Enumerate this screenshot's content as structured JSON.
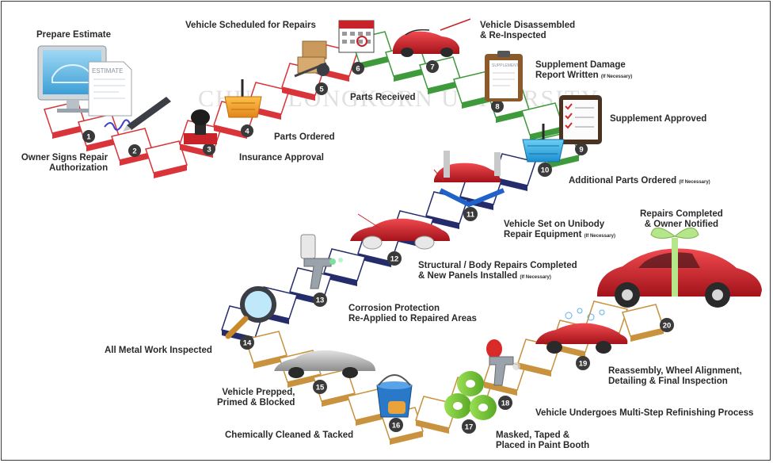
{
  "watermark": "CHULALONGKORN UNIVERSITY",
  "colors": {
    "red_track": "#d9343a",
    "green_track": "#3f9a3c",
    "navy_track": "#242c6b",
    "gold_track": "#c8923e",
    "car_red": "#d81e26",
    "tile_fill": "#ffffff",
    "tile_shadow": "#e6e6e6",
    "badge": "#3a3a3a"
  },
  "steps": [
    {
      "num": "1",
      "label": "Prepare Estimate",
      "icon": "computer-estimate-icon"
    },
    {
      "num": "2",
      "label": "Owner Signs Repair Authorization",
      "icon": "pen-signature-icon"
    },
    {
      "num": "3",
      "label": "Insurance Approval",
      "icon": "stamp-icon"
    },
    {
      "num": "4",
      "label": "Parts Ordered",
      "icon": "shopping-basket-icon"
    },
    {
      "num": "5",
      "label": "Vehicle Scheduled for Repairs",
      "icon": "hand-truck-icon"
    },
    {
      "num": "6",
      "label": "Parts Received",
      "icon": "calendar-icon"
    },
    {
      "num": "7",
      "label": "Vehicle Disassembled & Re-Inspected",
      "icon": "disassembled-car-icon"
    },
    {
      "num": "8",
      "label": "Supplement Damage Report Written",
      "icon": "clipboard-icon"
    },
    {
      "num": "9",
      "label": "Supplement Approved",
      "icon": "checklist-icon"
    },
    {
      "num": "10",
      "label": "Additional Parts Ordered",
      "icon": "shopping-basket-icon"
    },
    {
      "num": "11",
      "label": "Vehicle Set on Unibody Repair Equipment",
      "icon": "car-lift-icon"
    },
    {
      "num": "12",
      "label": "Structural / Body Repairs Completed & New Panels Installed",
      "icon": "car-body-icon"
    },
    {
      "num": "13",
      "label": "Corrosion Protection Re-Applied to Repaired Areas",
      "icon": "spray-gun-icon"
    },
    {
      "num": "14",
      "label": "All Metal Work Inspected",
      "icon": "magnifier-icon"
    },
    {
      "num": "15",
      "label": "Vehicle Prepped, Primed & Blocked",
      "icon": "primed-car-icon"
    },
    {
      "num": "16",
      "label": "Chemically Cleaned & Tacked",
      "icon": "bucket-sponge-icon"
    },
    {
      "num": "17",
      "label": "Masked, Taped & Placed in Paint Booth",
      "icon": "tape-rolls-icon"
    },
    {
      "num": "18",
      "label": "Vehicle Undergoes Multi-Step Refinishing Process",
      "icon": "paint-gun-icon"
    },
    {
      "num": "19",
      "label": "Reassembly, Wheel Alignment, Detailing & Final Inspection",
      "icon": "washed-car-icon"
    },
    {
      "num": "20",
      "label": "Repairs Completed & Owner Notified",
      "icon": "gift-car-icon"
    }
  ],
  "labels": {
    "prepare": "Prepare Estimate",
    "owner_l1": "Owner Signs Repair",
    "owner_l2": "Authorization",
    "insurance": "Insurance Approval",
    "parts_ordered": "Parts Ordered",
    "scheduled": "Vehicle Scheduled for Repairs",
    "parts_received": "Parts Received",
    "disassembled_l1": "Vehicle Disassembled",
    "disassembled_l2": "& Re-Inspected",
    "supp_report_l1": "Supplement Damage",
    "supp_report_l2": "Report Written",
    "if_necessary": "(If Necessary)",
    "supp_approved": "Supplement Approved",
    "additional_parts": "Additional Parts Ordered",
    "unibody_l1": "Vehicle Set on Unibody",
    "unibody_l2": "Repair Equipment",
    "structural_l1": "Structural / Body Repairs Completed",
    "structural_l2": "& New Panels Installed",
    "corrosion_l1": "Corrosion Protection",
    "corrosion_l2": "Re-Applied to Repaired Areas",
    "metal_inspected": "All Metal Work Inspected",
    "prepped_l1": "Vehicle Prepped,",
    "prepped_l2": "Primed & Blocked",
    "cleaned": "Chemically Cleaned & Tacked",
    "masked_l1": "Masked, Taped &",
    "masked_l2": "Placed in Paint Booth",
    "refinishing": "Vehicle Undergoes Multi-Step Refinishing Process",
    "reassembly_l1": "Reassembly, Wheel Alignment,",
    "reassembly_l2": "Detailing & Final Inspection",
    "completed_l1": "Repairs Completed",
    "completed_l2": "& Owner Notified"
  },
  "estimate_doc": {
    "title": "ESTIMATE"
  },
  "supplement_doc": {
    "title": "SUPPLEMENT"
  }
}
